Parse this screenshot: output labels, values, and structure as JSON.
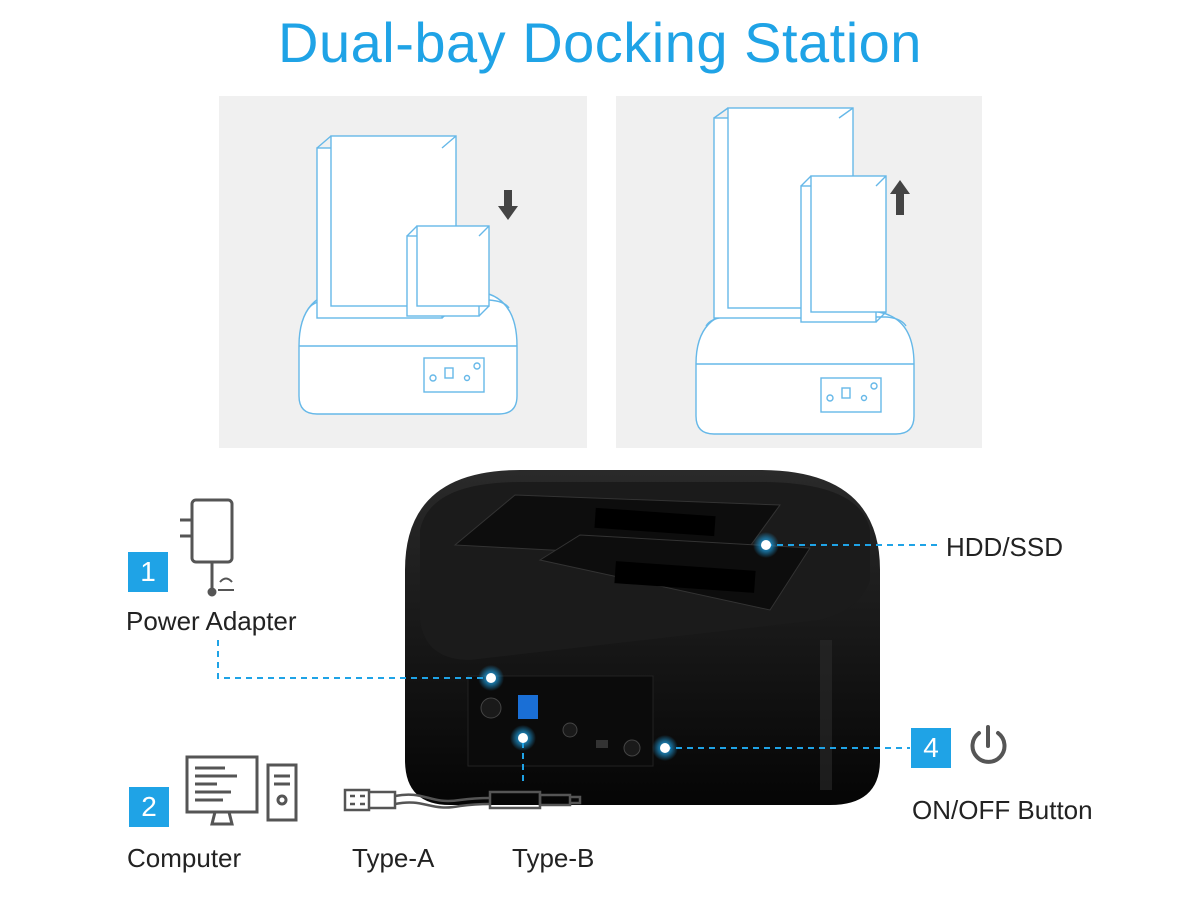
{
  "title": "Dual-bay Docking Station",
  "colors": {
    "accent": "#1fa3e6",
    "dock": "#111111",
    "sketch": "#66b8e8"
  },
  "panels": [
    {
      "name": "insert-drives",
      "arrow": "down"
    },
    {
      "name": "remove-drives",
      "arrow": "up"
    }
  ],
  "callouts": {
    "hdd_ssd": "HDD/SSD",
    "power": {
      "step": "1",
      "label": "Power Adapter"
    },
    "computer": {
      "step": "2",
      "label": "Computer"
    },
    "type_a": "Type-A",
    "type_b": "Type-B",
    "onoff": {
      "step": "4",
      "label": "ON/OFF Button"
    }
  },
  "icons": [
    "power-adapter-icon",
    "computer-icon",
    "usb-cable-icon",
    "power-symbol-icon"
  ]
}
